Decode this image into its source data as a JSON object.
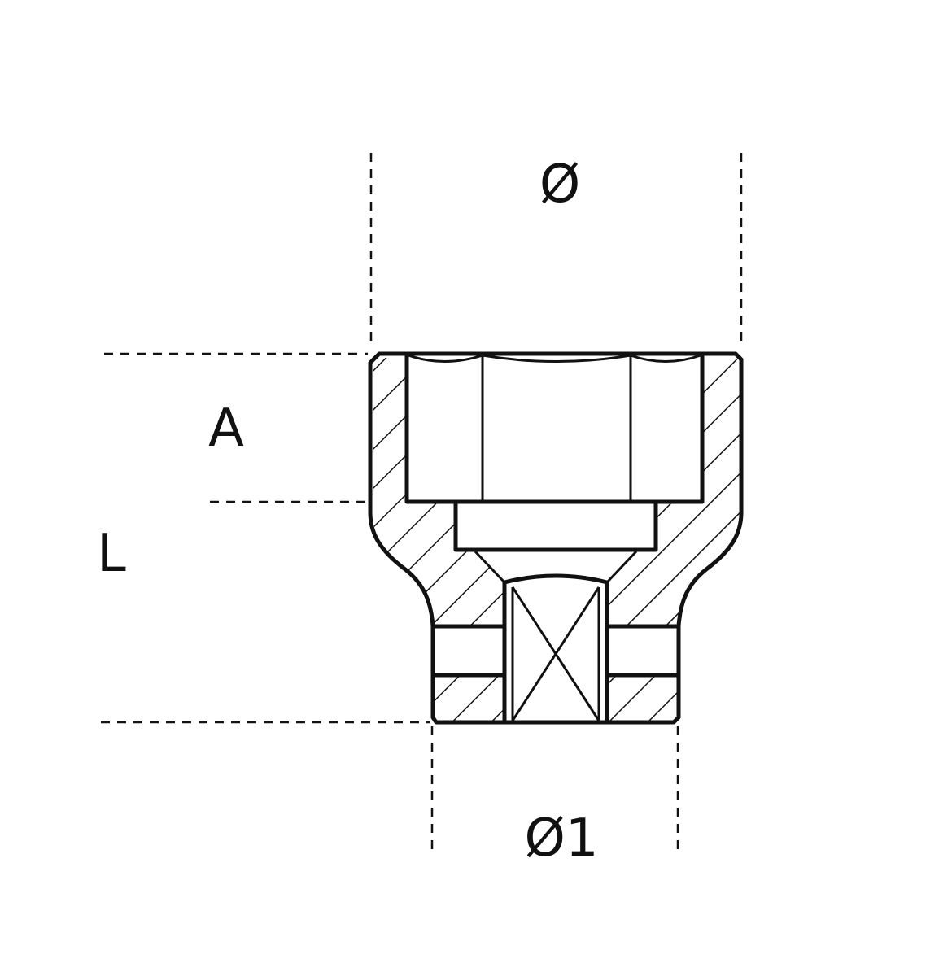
{
  "labels": {
    "outer_diameter": "Ø",
    "socket_depth": "A",
    "overall_length": "L",
    "drive_diameter": "Ø1"
  },
  "colors": {
    "ink": "#111111",
    "background": "#ffffff"
  }
}
